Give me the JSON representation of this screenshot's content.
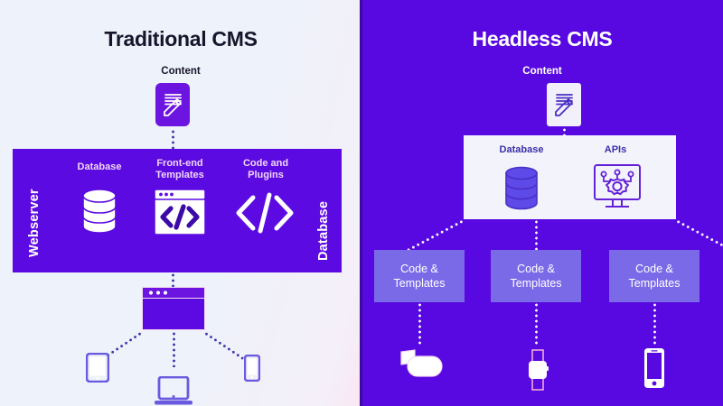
{
  "colors": {
    "left_bg": "#eef2fa",
    "right_bg": "#5808e0",
    "server_box": "#5c0ae2",
    "white_box": "#f3f4fb",
    "ct_box": "#7b6ae8",
    "accent_purple": "#6c14e0",
    "device_purple": "#6a5ae0",
    "title_dark": "#17152b",
    "label_pink": "#f0d8f8"
  },
  "left": {
    "title": "Traditional CMS",
    "content_label": "Content",
    "content_icon": "document-pencil-icon",
    "server_box": {
      "left_vertical_label": "Webserver",
      "right_vertical_label": "Database",
      "items": [
        {
          "label": "Database",
          "icon": "database-cylinder-icon"
        },
        {
          "label": "Front-end\nTemplates",
          "label_line1": "Front-end",
          "label_line2": "Templates",
          "icon": "browser-code-icon"
        },
        {
          "label": "Code and\nPlugins",
          "label_line1": "Code and",
          "label_line2": "Plugins",
          "icon": "code-brackets-icon"
        }
      ]
    },
    "output_icon": "browser-window-icon",
    "devices": [
      {
        "name": "tablet-icon"
      },
      {
        "name": "laptop-icon"
      },
      {
        "name": "phone-icon"
      }
    ]
  },
  "right": {
    "title": "Headless CMS",
    "content_label": "Content",
    "content_icon": "document-pencil-icon",
    "white_box": {
      "items": [
        {
          "label": "Database",
          "icon": "database-cylinder-icon"
        },
        {
          "label": "APIs",
          "icon": "api-monitor-gear-icon"
        }
      ]
    },
    "code_template_boxes": [
      {
        "line1": "Code &",
        "line2": "Templates"
      },
      {
        "line1": "Code &",
        "line2": "Templates"
      },
      {
        "line1": "Code &",
        "line2": "Templates"
      }
    ],
    "devices": [
      {
        "name": "vr-headset-icon"
      },
      {
        "name": "smartwatch-icon"
      },
      {
        "name": "smartphone-icon"
      }
    ]
  }
}
